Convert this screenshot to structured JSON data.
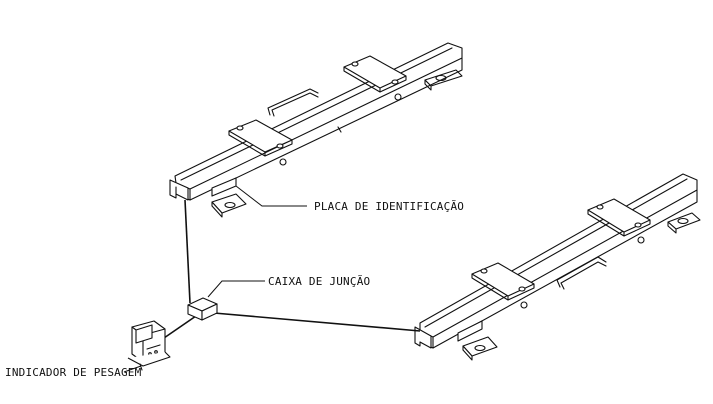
{
  "labels": {
    "nameplate": "PLACA  DE IDENTIFICAÇÃO",
    "junction_box": "CAIXA DE JUNÇÃO",
    "weighing_indicator": "INDICADOR DE PESAGEM"
  },
  "colors": {
    "line": "#111111",
    "background": "#ffffff"
  }
}
